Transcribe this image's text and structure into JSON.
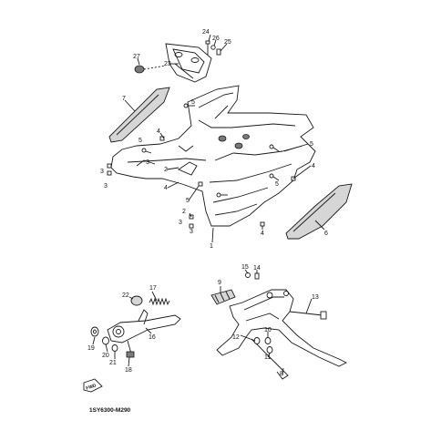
{
  "diagram": {
    "code": "1SY6300-M290",
    "fwd_badge": "FWD",
    "labels": {
      "n1": "1",
      "n2": "2",
      "n3": "3",
      "n4": "4",
      "n5": "5",
      "n6": "6",
      "n7": "7",
      "n8": "8",
      "n9": "9",
      "n10": "10",
      "n11": "11",
      "n12": "12",
      "n13": "13",
      "n14": "14",
      "n15": "15",
      "n16": "16",
      "n17": "17",
      "n18": "18",
      "n19": "19",
      "n20": "20",
      "n21": "21",
      "n22": "22",
      "n23": "23",
      "n24": "24",
      "n25": "25",
      "n26": "26",
      "n27": "27"
    }
  }
}
